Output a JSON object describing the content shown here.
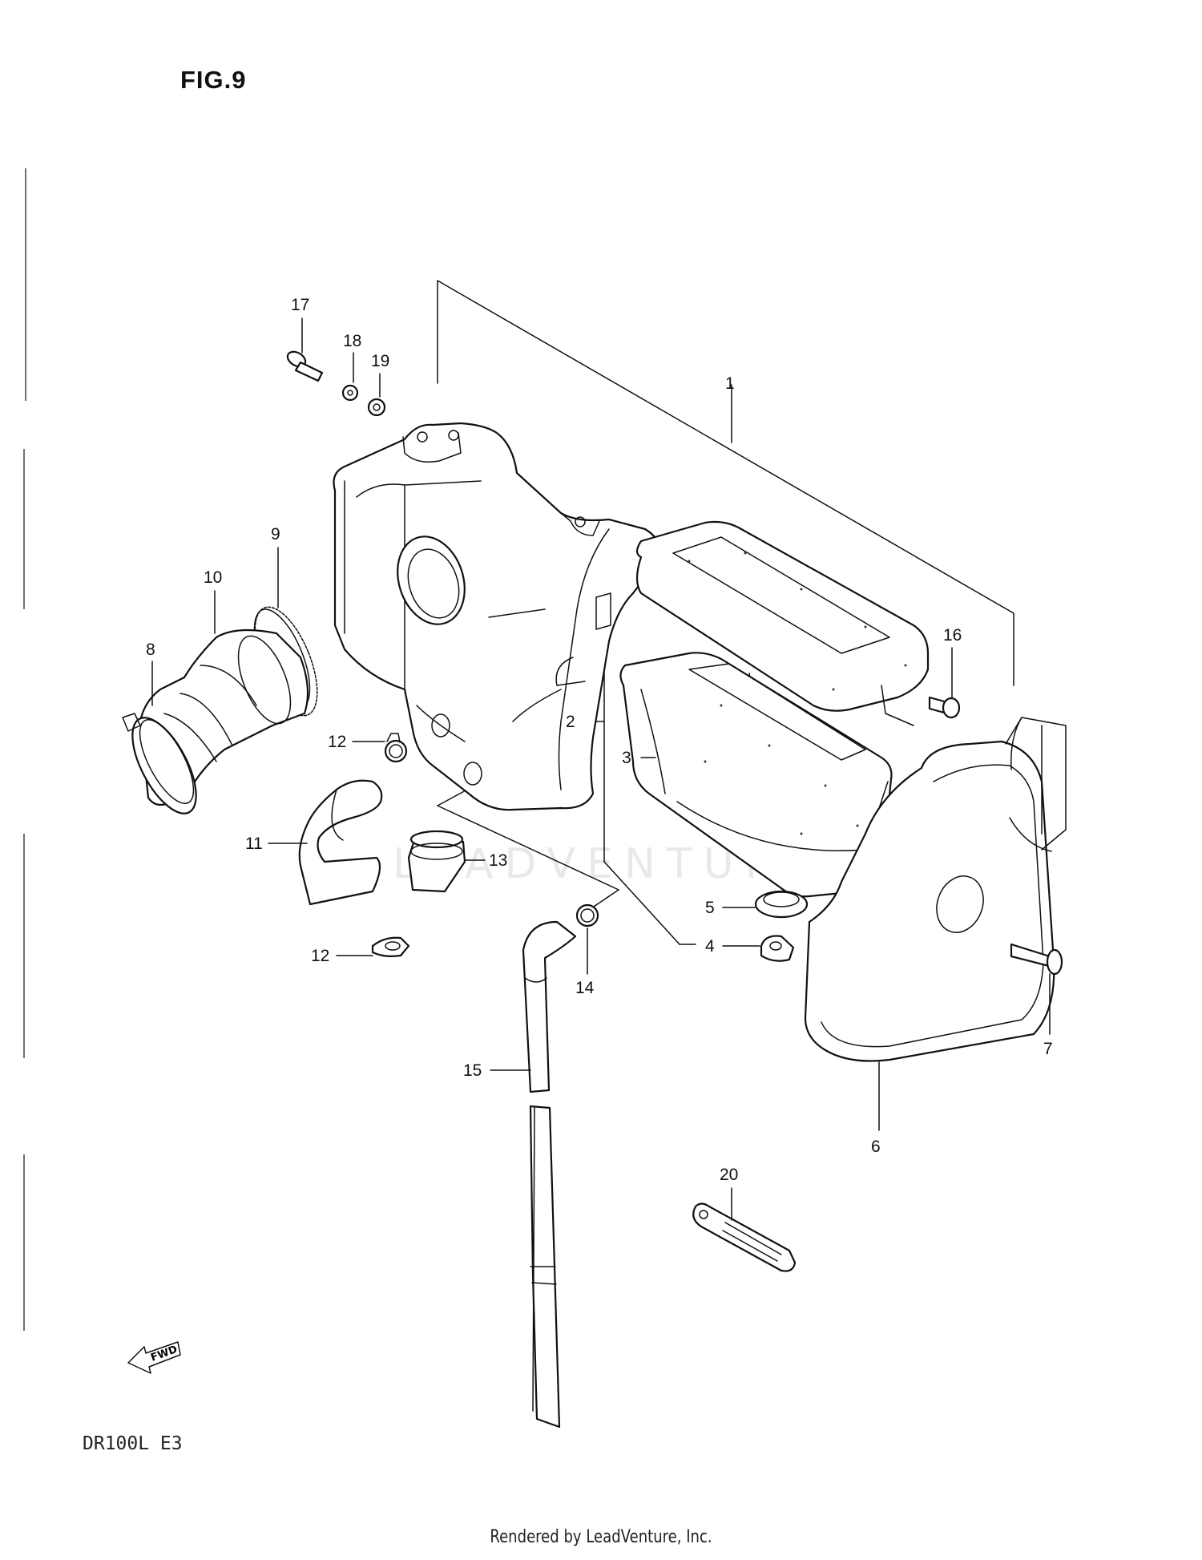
{
  "figure": {
    "title": "FIG.9",
    "model_code": "DR100L E3",
    "footer": "Rendered by LeadVenture, Inc.",
    "watermark": "LEADVENTURE"
  },
  "callouts": [
    {
      "id": "1",
      "label": "1"
    },
    {
      "id": "2",
      "label": "2"
    },
    {
      "id": "3",
      "label": "3"
    },
    {
      "id": "4",
      "label": "4"
    },
    {
      "id": "5",
      "label": "5"
    },
    {
      "id": "6",
      "label": "6"
    },
    {
      "id": "7",
      "label": "7"
    },
    {
      "id": "8",
      "label": "8"
    },
    {
      "id": "9",
      "label": "9"
    },
    {
      "id": "10",
      "label": "10"
    },
    {
      "id": "11",
      "label": "11"
    },
    {
      "id": "12a",
      "label": "12"
    },
    {
      "id": "12b",
      "label": "12"
    },
    {
      "id": "13",
      "label": "13"
    },
    {
      "id": "14",
      "label": "14"
    },
    {
      "id": "15",
      "label": "15"
    },
    {
      "id": "16",
      "label": "16"
    },
    {
      "id": "17",
      "label": "17"
    },
    {
      "id": "18",
      "label": "18"
    },
    {
      "id": "19",
      "label": "19"
    },
    {
      "id": "20",
      "label": "20"
    }
  ],
  "icons": {
    "fwd_arrow": "fwd-arrow-icon",
    "fwd_text": "FWD"
  }
}
